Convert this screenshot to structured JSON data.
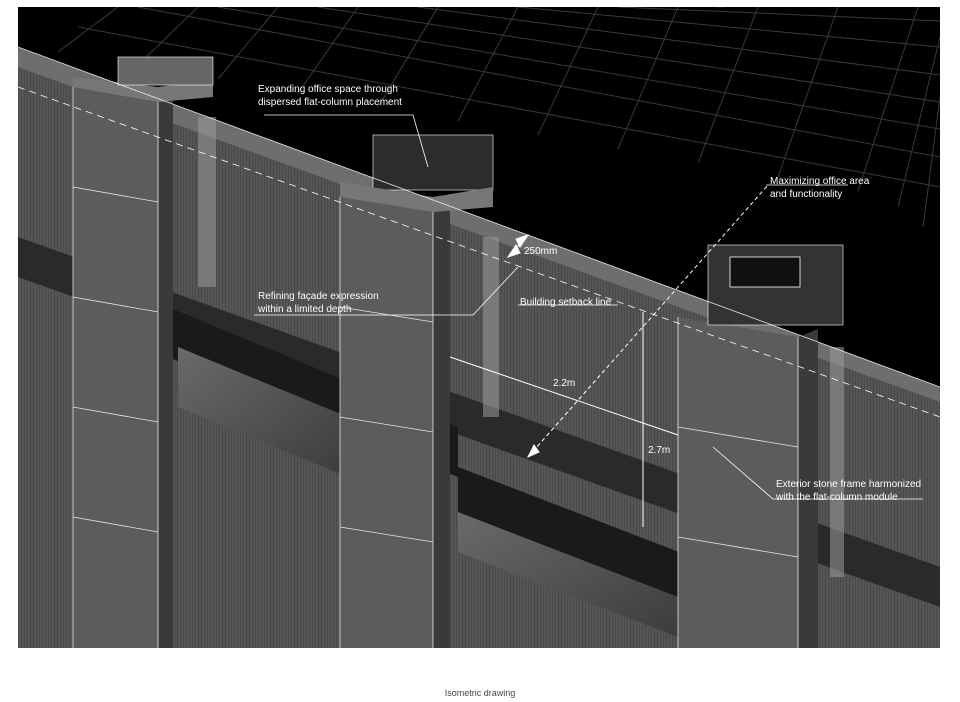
{
  "annotations": {
    "expanding": {
      "line1": "Expanding office space through",
      "line2": "dispersed flat-column placement"
    },
    "maximizing": {
      "line1": "Maximizing office area",
      "line2": "and functionality"
    },
    "refining": {
      "line1": "Refining façade expression",
      "line2": "within a limited depth"
    },
    "setback": {
      "text": "Building setback line"
    },
    "exterior": {
      "line1": "Exterior stone frame harmonized",
      "line2": "with the flat-column module"
    }
  },
  "dimensions": {
    "depth": "250mm",
    "span": "2.2m",
    "height": "2.7m"
  },
  "caption": "Isometric drawing",
  "colors": {
    "background": "#000000",
    "grid": "#3a3a3a",
    "facade": "#4a4a4a",
    "column": "#5a5a5a",
    "line": "#ffffff"
  }
}
